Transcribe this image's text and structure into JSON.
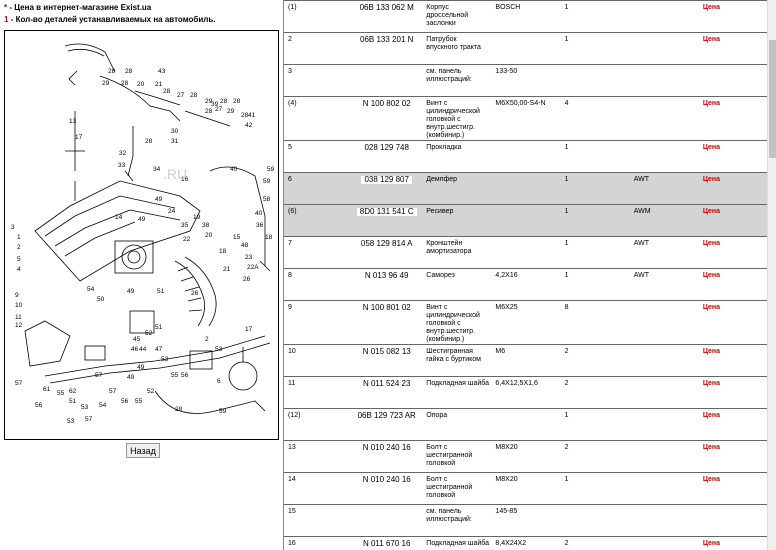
{
  "notes": {
    "price_mark": "*",
    "price_text": " - Цена в интернет-магазине Exist.ua",
    "qty_mark": "1",
    "qty_text": " - Кол-во деталей устанавливаемых на автомобиль."
  },
  "back_button": "Назад",
  "diagram_labels": [
    "28",
    "28",
    "43",
    "29",
    "28",
    "20",
    "21",
    "28",
    "27",
    "28",
    "29",
    "28",
    "28",
    "28",
    "27",
    "29",
    "39",
    "42",
    "28",
    "41",
    "13",
    "17",
    "30",
    "28",
    "31",
    "32",
    "33",
    "34",
    "40",
    "59",
    "3",
    "1",
    "2",
    "5",
    "4",
    "9",
    "10",
    "11",
    "12",
    "59",
    "58",
    "40",
    "49",
    "16",
    "24",
    "14",
    "49",
    "35",
    "19",
    "38",
    "20",
    "22",
    "15",
    "18",
    "21",
    "48",
    "36",
    "18",
    "23",
    "26",
    "22A",
    "54",
    "50",
    "49",
    "51",
    "26",
    "45",
    "46",
    "44",
    "47",
    "52",
    "51",
    "53",
    "49",
    "49",
    "55",
    "56",
    "2",
    "53",
    "57",
    "62",
    "51",
    "57",
    "56",
    "61",
    "55",
    "53",
    "53",
    "57",
    "54",
    "57",
    "56",
    "55",
    "52",
    "28",
    "59",
    "6",
    "17"
  ],
  "rows": [
    {
      "pos": "(1)",
      "num": "06B 133 062 M",
      "desc": "Корпус дроссельной заслонки",
      "note": "BOSCH",
      "qty": "1",
      "model": "",
      "price": "Цена",
      "shaded": false
    },
    {
      "pos": "2",
      "num": "06B 133 201 N",
      "desc": "Патрубок впускного тракта",
      "note": "",
      "qty": "1",
      "model": "",
      "price": "Цена",
      "shaded": false
    },
    {
      "pos": "3",
      "num": "",
      "desc": "см. панель иллюстраций:",
      "note": "133-50",
      "qty": "",
      "model": "",
      "price": "",
      "shaded": false
    },
    {
      "pos": "(4)",
      "num": "N 100 802 02",
      "desc": "Винт с цилиндрической головкой с внутр.шестигр. (комбинир.)",
      "note": "M6X50,00-S4-N",
      "qty": "4",
      "model": "",
      "price": "Цена",
      "shaded": false
    },
    {
      "pos": "5",
      "num": "028 129 748",
      "desc": "Прокладка",
      "note": "",
      "qty": "1",
      "model": "",
      "price": "Цена",
      "shaded": false
    },
    {
      "pos": "6",
      "num": "038 129 807",
      "desc": "Демпфер",
      "note": "",
      "qty": "1",
      "model": "AWT",
      "price": "Цена",
      "shaded": true
    },
    {
      "pos": "(6)",
      "num": "8D0 131 541 C",
      "desc": "Ресивер",
      "note": "",
      "qty": "1",
      "model": "AWM",
      "price": "Цена",
      "shaded": true
    },
    {
      "pos": "7",
      "num": "058 129 814 A",
      "desc": "Кронштейн амортизатора",
      "note": "",
      "qty": "1",
      "model": "AWT",
      "price": "Цена",
      "shaded": false
    },
    {
      "pos": "8",
      "num": "N 013 96 49",
      "desc": "Саморез",
      "note": "4,2X16",
      "qty": "1",
      "model": "AWT",
      "price": "Цена",
      "shaded": false
    },
    {
      "pos": "9",
      "num": "N 100 801 02",
      "desc": "Винт с цилиндрической головкой с внутр.шестигр. (комбинир.)",
      "note": "M6X25",
      "qty": "8",
      "model": "",
      "price": "Цена",
      "shaded": false
    },
    {
      "pos": "10",
      "num": "N 015 082 13",
      "desc": "Шестигранная гайка с буртиком",
      "note": "M6",
      "qty": "2",
      "model": "",
      "price": "Цена",
      "shaded": false
    },
    {
      "pos": "11",
      "num": "N 011 524 23",
      "desc": "Подкладная шайба",
      "note": "6,4X12,5X1,6",
      "qty": "2",
      "model": "",
      "price": "Цена",
      "shaded": false
    },
    {
      "pos": "(12)",
      "num": "06B 129 723 AR",
      "desc": "Опора",
      "note": "",
      "qty": "1",
      "model": "",
      "price": "Цена",
      "shaded": false
    },
    {
      "pos": "13",
      "num": "N 010 240 16",
      "desc": "Болт с шестигранной головкой",
      "note": "M8X20",
      "qty": "2",
      "model": "",
      "price": "Цена",
      "shaded": false
    },
    {
      "pos": "14",
      "num": "N 010 240 16",
      "desc": "Болт с шестигранной головкой",
      "note": "M8X20",
      "qty": "1",
      "model": "",
      "price": "Цена",
      "shaded": false
    },
    {
      "pos": "15",
      "num": "",
      "desc": "см. панель иллюстраций:",
      "note": "145-85",
      "qty": "",
      "model": "",
      "price": "",
      "shaded": false
    },
    {
      "pos": "16",
      "num": "N 011 670 16",
      "desc": "Подкладная шайба",
      "note": "8,4X24X2",
      "qty": "2",
      "model": "",
      "price": "Цена",
      "shaded": false
    }
  ]
}
